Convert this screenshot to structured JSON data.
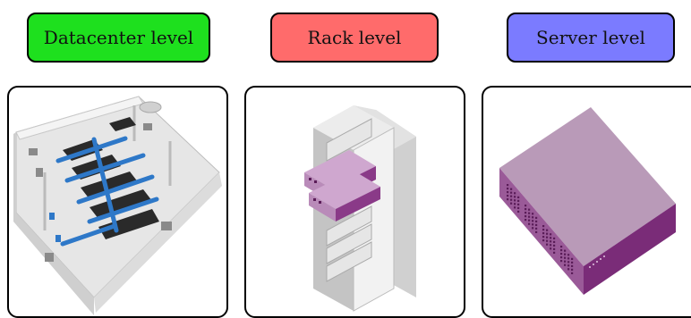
{
  "levels": [
    {
      "label": "Datacenter level",
      "color": "#1ee01e"
    },
    {
      "label": "Rack level",
      "color": "#ff6b6b"
    },
    {
      "label": "Server level",
      "color": "#7b7bff"
    }
  ],
  "illustrations": {
    "datacenter": "datacenter-floorplan-icon",
    "rack": "server-rack-icon",
    "server": "server-box-icon"
  },
  "colors": {
    "server_purple": "#b99ab8",
    "server_purple_dark": "#7a2c78",
    "aisle_blue": "#2e78c8"
  }
}
